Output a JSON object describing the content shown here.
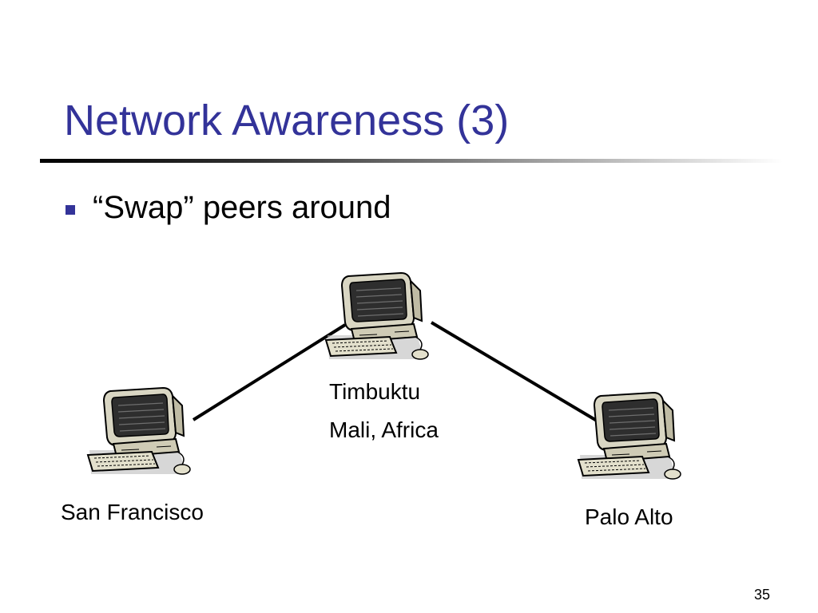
{
  "slide": {
    "title": "Network Awareness (3)",
    "bullet": "“Swap” peers around",
    "page_number": "35"
  },
  "colors": {
    "title": "#333399",
    "bullet_marker": "#333399",
    "monitor_body": "#d9d6c3",
    "screen": "#2e2e2e"
  },
  "nodes": [
    {
      "id": "timbuktu",
      "icon": "computer-icon",
      "label_lines": [
        "Timbuktu",
        "Mali, Africa"
      ]
    },
    {
      "id": "san-francisco",
      "icon": "computer-icon",
      "label_lines": [
        "San Francisco"
      ]
    },
    {
      "id": "palo-alto",
      "icon": "computer-icon",
      "label_lines": [
        "Palo Alto"
      ]
    }
  ],
  "edges": [
    {
      "from": "san-francisco",
      "to": "timbuktu"
    },
    {
      "from": "timbuktu",
      "to": "palo-alto"
    }
  ]
}
